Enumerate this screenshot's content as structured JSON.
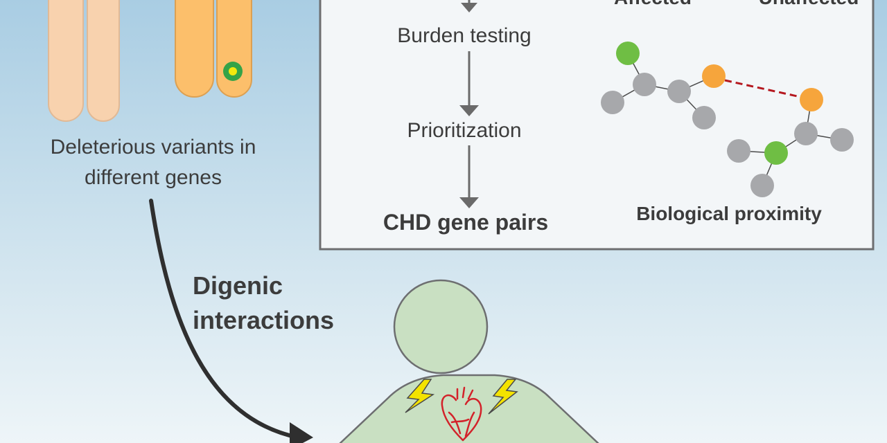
{
  "left_panel": {
    "caption_line1": "Deleterious variants in",
    "caption_line2": "different genes"
  },
  "workflow": {
    "step_burden": "Burden testing",
    "step_prioritization": "Prioritization",
    "result": "CHD gene pairs"
  },
  "network": {
    "label_affected": "Affected",
    "label_unaffected": "Unaffected",
    "caption": "Biological proximity"
  },
  "arrow_label": {
    "line1": "Digenic",
    "line2": "interactions"
  },
  "colors": {
    "background_top": "#a9cde3",
    "background_bottom": "#f1f6f8",
    "leg_light": "#f8d2ae",
    "leg_orange": "#fcbf6b",
    "node_grey": "#a7a8ab",
    "node_green": "#6fbe44",
    "node_orange": "#f6a53c",
    "person_body": "#c9e0c2",
    "heart_red": "#d3222a",
    "lightning": "#f4e300",
    "panel_border": "#6d6e70",
    "dashed_link": "#b5181f"
  }
}
